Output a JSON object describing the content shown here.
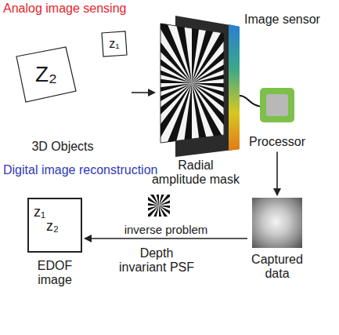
{
  "diagram": {
    "nodes": [
      {
        "text": [
          "Z₂"
        ]
      },
      {
        "text": [
          "z₁"
        ]
      },
      {
        "text": [
          "Processor"
        ]
      },
      {
        "text": [
          "Captured data"
        ]
      },
      {
        "text": [
          "z₁",
          "z₂",
          "EDOF image"
        ]
      }
    ],
    "edges": [
      {
        "from": 2,
        "to": 3,
        "arrow": "to"
      },
      {
        "from": 3,
        "to": 4,
        "label": "inverse problem",
        "arrow": "to"
      }
    ],
    "labels": [
      "Analog image sensing",
      "Image sensor",
      "3D Objects",
      "Radial amplitude mask",
      "Digital image reconstruction",
      "Depth invariant PSF"
    ]
  }
}
